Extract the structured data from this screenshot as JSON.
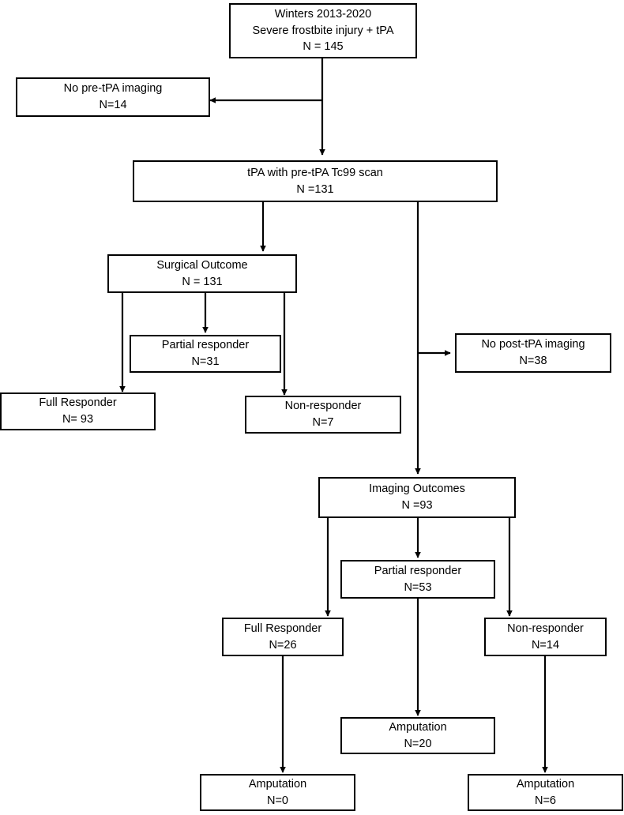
{
  "diagram": {
    "type": "flowchart",
    "title": "Frostbite tPA patient flow diagram",
    "style": {
      "box_border_color": "#000000",
      "box_fill_color": "#ffffff",
      "connector_color": "#000000",
      "background_color": "#ffffff",
      "text_color": "#000000"
    },
    "nodes": [
      {
        "id": "cohort",
        "line1": "Winters 2013-2020",
        "line2": "Severe frostbite injury + tPA",
        "line3": "N = 145"
      },
      {
        "id": "no-pre-tpa-imaging",
        "line1": "No pre-tPA imaging",
        "line2": "N=14"
      },
      {
        "id": "tpa-with-scan",
        "line1": "tPA with pre-tPA Tc99 scan",
        "line2": "N =131"
      },
      {
        "id": "surgical-outcome",
        "line1": "Surgical Outcome",
        "line2": "N = 131"
      },
      {
        "id": "surgical-partial-responder",
        "line1": "Partial responder",
        "line2": "N=31"
      },
      {
        "id": "surgical-full-responder",
        "line1": "Full Responder",
        "line2": "N= 93"
      },
      {
        "id": "surgical-non-responder",
        "line1": "Non-responder",
        "line2": "N=7"
      },
      {
        "id": "no-post-tpa-imaging",
        "line1": "No post-tPA imaging",
        "line2": "N=38"
      },
      {
        "id": "imaging-outcomes",
        "line1": "Imaging Outcomes",
        "line2": "N =93"
      },
      {
        "id": "imaging-partial-responder",
        "line1": "Partial responder",
        "line2": "N=53"
      },
      {
        "id": "imaging-full-responder",
        "line1": "Full Responder",
        "line2": "N=26"
      },
      {
        "id": "imaging-non-responder",
        "line1": "Non-responder",
        "line2": "N=14"
      },
      {
        "id": "amputation-partial",
        "line1": "Amputation",
        "line2": "N=20"
      },
      {
        "id": "amputation-full",
        "line1": "Amputation",
        "line2": "N=0"
      },
      {
        "id": "amputation-non",
        "line1": "Amputation",
        "line2": "N=6"
      }
    ],
    "edges": [
      {
        "from": "cohort",
        "to": "no-pre-tpa-imaging",
        "direction": "left"
      },
      {
        "from": "cohort",
        "to": "tpa-with-scan",
        "direction": "down"
      },
      {
        "from": "tpa-with-scan",
        "to": "surgical-outcome",
        "direction": "down"
      },
      {
        "from": "tpa-with-scan",
        "to": "no-post-tpa-imaging",
        "direction": "right"
      },
      {
        "from": "tpa-with-scan",
        "to": "imaging-outcomes",
        "direction": "down"
      },
      {
        "from": "surgical-outcome",
        "to": "surgical-full-responder",
        "direction": "down"
      },
      {
        "from": "surgical-outcome",
        "to": "surgical-partial-responder",
        "direction": "down"
      },
      {
        "from": "surgical-outcome",
        "to": "surgical-non-responder",
        "direction": "down"
      },
      {
        "from": "imaging-outcomes",
        "to": "imaging-full-responder",
        "direction": "down"
      },
      {
        "from": "imaging-outcomes",
        "to": "imaging-partial-responder",
        "direction": "down"
      },
      {
        "from": "imaging-outcomes",
        "to": "imaging-non-responder",
        "direction": "down"
      },
      {
        "from": "imaging-full-responder",
        "to": "amputation-full",
        "direction": "down"
      },
      {
        "from": "imaging-partial-responder",
        "to": "amputation-partial",
        "direction": "down"
      },
      {
        "from": "imaging-non-responder",
        "to": "amputation-non",
        "direction": "down"
      }
    ]
  }
}
